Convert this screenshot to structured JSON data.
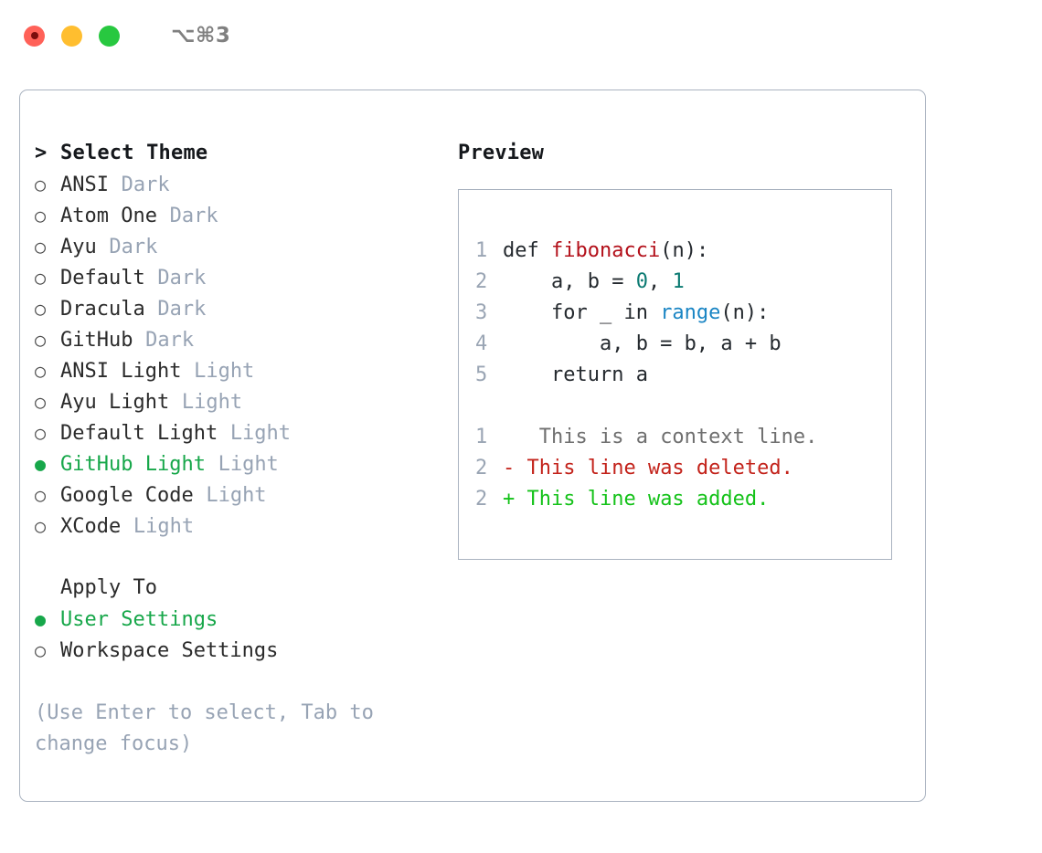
{
  "titlebar": {
    "shortcut": "⌥⌘3",
    "lights": [
      "close",
      "minimize",
      "maximize"
    ]
  },
  "theme_section": {
    "heading": "Select Theme",
    "heading_marker": ">",
    "items": [
      {
        "marker": "○",
        "name": "ANSI",
        "variant": "Dark",
        "selected": false
      },
      {
        "marker": "○",
        "name": "Atom One",
        "variant": "Dark",
        "selected": false
      },
      {
        "marker": "○",
        "name": "Ayu",
        "variant": "Dark",
        "selected": false
      },
      {
        "marker": "○",
        "name": "Default",
        "variant": "Dark",
        "selected": false
      },
      {
        "marker": "○",
        "name": "Dracula",
        "variant": "Dark",
        "selected": false
      },
      {
        "marker": "○",
        "name": "GitHub",
        "variant": "Dark",
        "selected": false
      },
      {
        "marker": "○",
        "name": "ANSI Light",
        "variant": "Light",
        "selected": false
      },
      {
        "marker": "○",
        "name": "Ayu Light",
        "variant": "Light",
        "selected": false
      },
      {
        "marker": "○",
        "name": "Default Light",
        "variant": "Light",
        "selected": false
      },
      {
        "marker": "●",
        "name": "GitHub Light",
        "variant": "Light",
        "selected": true
      },
      {
        "marker": "○",
        "name": "Google Code",
        "variant": "Light",
        "selected": false
      },
      {
        "marker": "○",
        "name": "XCode",
        "variant": "Light",
        "selected": false
      }
    ]
  },
  "apply_to_section": {
    "heading": "Apply To",
    "items": [
      {
        "marker": "●",
        "name": "User Settings",
        "selected": true
      },
      {
        "marker": "○",
        "name": "Workspace Settings",
        "selected": false
      }
    ]
  },
  "hint": "(Use Enter to select, Tab to change focus)",
  "preview": {
    "title": "Preview",
    "code_lines": [
      {
        "num": "1",
        "segments": [
          {
            "text": "def ",
            "kind": "plain"
          },
          {
            "text": "fibonacci",
            "kind": "fn"
          },
          {
            "text": "(n):",
            "kind": "plain"
          }
        ]
      },
      {
        "num": "2",
        "segments": [
          {
            "text": "    a, b = ",
            "kind": "plain"
          },
          {
            "text": "0",
            "kind": "num"
          },
          {
            "text": ", ",
            "kind": "plain"
          },
          {
            "text": "1",
            "kind": "num"
          }
        ]
      },
      {
        "num": "3",
        "segments": [
          {
            "text": "    for _ in ",
            "kind": "plain"
          },
          {
            "text": "range",
            "kind": "call"
          },
          {
            "text": "(n):",
            "kind": "plain"
          }
        ]
      },
      {
        "num": "4",
        "segments": [
          {
            "text": "        a, b = b, a + b",
            "kind": "plain"
          }
        ]
      },
      {
        "num": "5",
        "segments": [
          {
            "text": "    return a",
            "kind": "plain"
          }
        ]
      }
    ],
    "diff_lines": [
      {
        "num": "1",
        "marker": " ",
        "text": "  This is a context line.",
        "kind": "ctx"
      },
      {
        "num": "2",
        "marker": "-",
        "text": " This line was deleted.",
        "kind": "del"
      },
      {
        "num": "2",
        "marker": "+",
        "text": " This line was added.",
        "kind": "add"
      }
    ]
  },
  "colors": {
    "accent_green": "#17a74a",
    "border": "#aab3c0",
    "muted": "#97a3b4",
    "syntax_function": "#b3101a",
    "syntax_number": "#0b7a72",
    "syntax_call": "#1a85c4",
    "diff_added": "#14c219",
    "diff_deleted": "#c3231b",
    "diff_context": "#6f6f6f",
    "light_red": "#ff6158",
    "light_yellow": "#ffbe2f",
    "light_green": "#28c840"
  }
}
